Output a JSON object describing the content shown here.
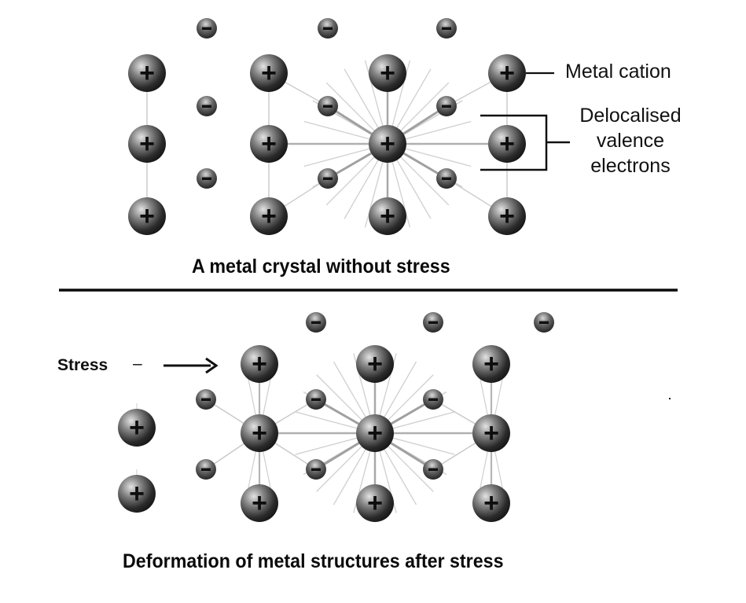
{
  "labels": {
    "metal_cation": "Metal cation",
    "delocalised_line1": "Delocalised",
    "delocalised_line2": "valence",
    "delocalised_line3": "electrons",
    "caption_top": "A metal crystal without stress",
    "caption_bottom": "Deformation of metal structures after stress",
    "stress": "Stress",
    "stress_dash": "–"
  },
  "symbols": {
    "cation": "+",
    "electron": "−"
  },
  "colors": {
    "ion_dark": "#1a1a1a",
    "ion_light": "#e6e6e6",
    "bond_line": "#bdbdbd",
    "ink": "#111111"
  },
  "panels": [
    {
      "name": "without-stress",
      "cation_grid": {
        "columns": 4,
        "rows": 3
      },
      "electron_grid": {
        "columns": 3,
        "rows": 3
      },
      "displaced_cations": 0
    },
    {
      "name": "after-stress",
      "cation_grid": {
        "columns": 3,
        "rows": 3
      },
      "electron_grid": {
        "columns": 3,
        "rows": 3
      },
      "displaced_cations": 2
    }
  ]
}
